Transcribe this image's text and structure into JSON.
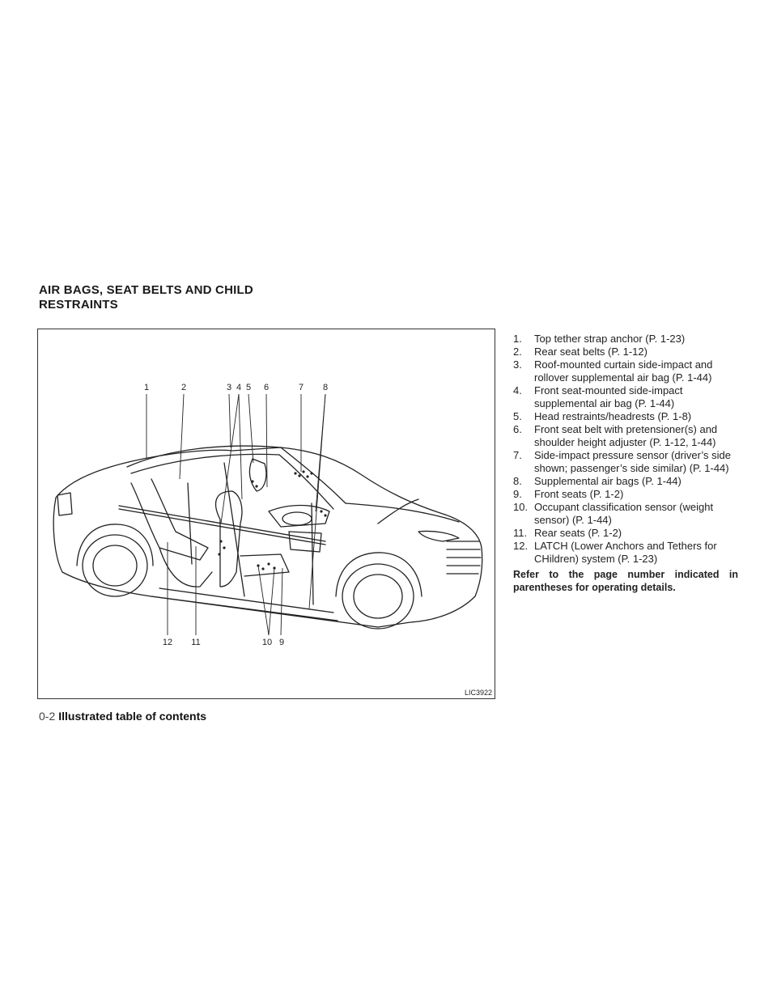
{
  "section": {
    "title_line1": "AIR BAGS, SEAT BELTS AND CHILD",
    "title_line2": "RESTRAINTS"
  },
  "figure": {
    "code": "LIC3922",
    "callouts_top": [
      "1",
      "2",
      "3",
      "4",
      "5",
      "6",
      "7",
      "8"
    ],
    "callouts_bottom": [
      "12",
      "11",
      "10",
      "9"
    ]
  },
  "legend": {
    "items": [
      {
        "num": "1.",
        "text": "Top tether strap anchor (P. 1-23)"
      },
      {
        "num": "2.",
        "text": "Rear seat belts (P. 1-12)"
      },
      {
        "num": "3.",
        "text": "Roof-mounted curtain side-impact and rollover supplemental air bag (P. 1-44)"
      },
      {
        "num": "4.",
        "text": "Front seat-mounted side-impact supplemental air bag (P. 1-44)"
      },
      {
        "num": "5.",
        "text": "Head restraints/headrests (P. 1-8)"
      },
      {
        "num": "6.",
        "text": "Front seat belt with pretensioner(s) and shoulder height adjuster (P. 1-12, 1-44)"
      },
      {
        "num": "7.",
        "text": "Side-impact pressure sensor (driver’s side shown; passenger’s side similar) (P. 1-44)"
      },
      {
        "num": "8.",
        "text": "Supplemental air bags (P. 1-44)"
      },
      {
        "num": "9.",
        "text": "Front seats (P. 1-2)"
      },
      {
        "num": "10.",
        "text": "Occupant classification sensor (weight sensor) (P. 1-44)"
      },
      {
        "num": "11.",
        "text": "Rear seats (P. 1-2)"
      },
      {
        "num": "12.",
        "text": "LATCH (Lower Anchors and Tethers for CHildren) system (P. 1-23)"
      }
    ],
    "note": "Refer to the page number indicated in parentheses for operating details."
  },
  "footer": {
    "page_number": "0-2",
    "title": "Illustrated table of contents"
  }
}
